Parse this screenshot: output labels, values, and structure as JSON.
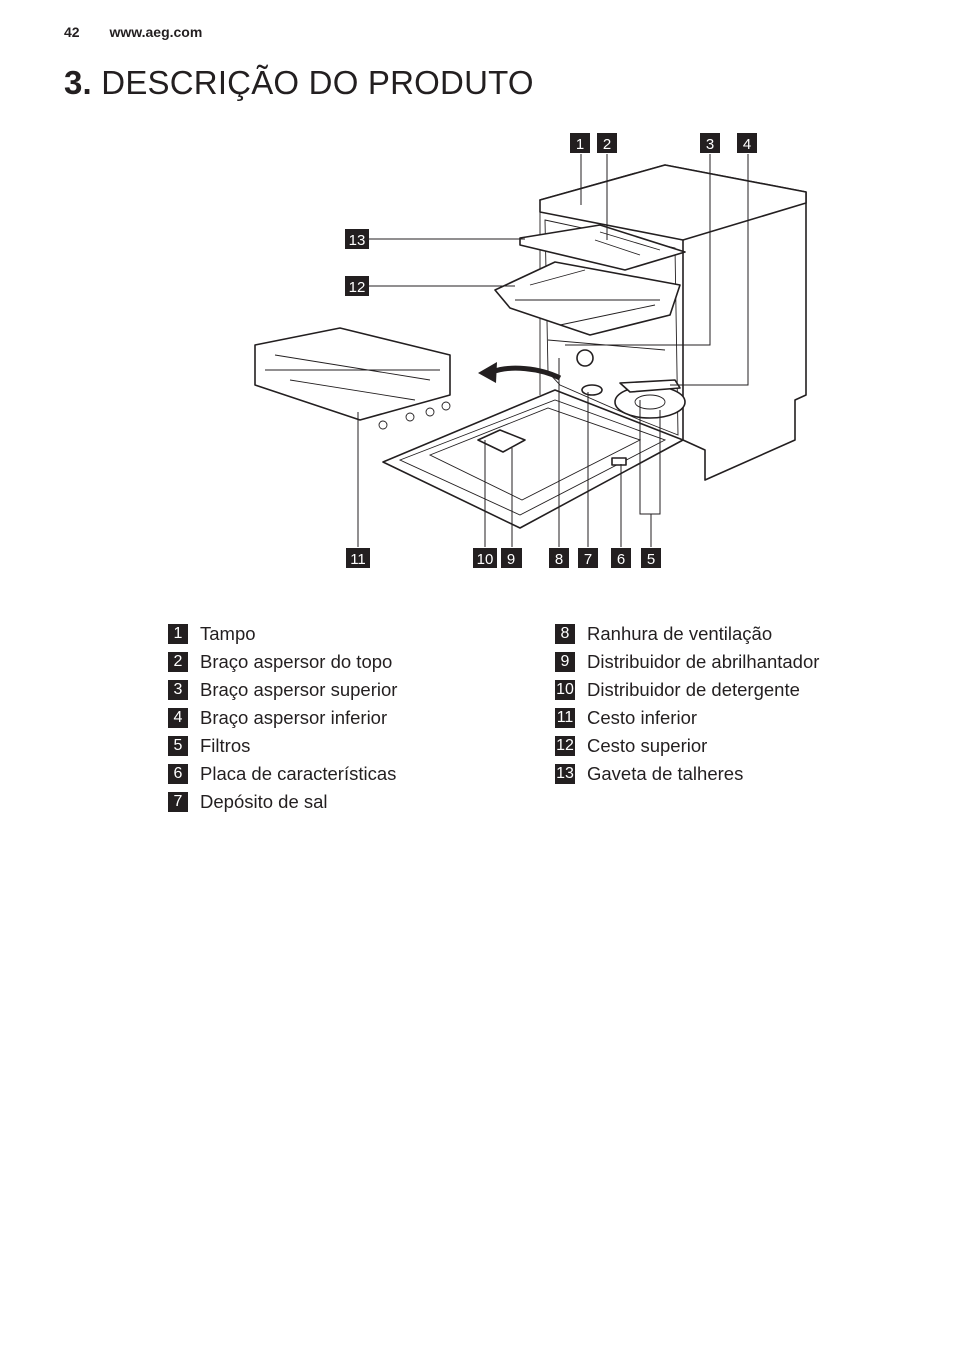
{
  "header": {
    "page_number": "42",
    "website": "www.aeg.com"
  },
  "title": {
    "section": "3.",
    "text": "DESCRIÇÃO DO PRODUTO"
  },
  "callouts": {
    "c1": "1",
    "c2": "2",
    "c3": "3",
    "c4": "4",
    "c5": "5",
    "c6": "6",
    "c7": "7",
    "c8": "8",
    "c9": "9",
    "c10": "10",
    "c11": "11",
    "c12": "12",
    "c13": "13"
  },
  "legend_left": [
    {
      "num": "1",
      "label": "Tampo"
    },
    {
      "num": "2",
      "label": "Braço aspersor do topo"
    },
    {
      "num": "3",
      "label": "Braço aspersor superior"
    },
    {
      "num": "4",
      "label": "Braço aspersor inferior"
    },
    {
      "num": "5",
      "label": "Filtros"
    },
    {
      "num": "6",
      "label": "Placa de características"
    },
    {
      "num": "7",
      "label": "Depósito de sal"
    }
  ],
  "legend_right": [
    {
      "num": "8",
      "label": "Ranhura de ventilação"
    },
    {
      "num": "9",
      "label": "Distribuidor de abrilhantador"
    },
    {
      "num": "10",
      "label": "Distribuidor de detergente"
    },
    {
      "num": "11",
      "label": "Cesto inferior"
    },
    {
      "num": "12",
      "label": "Cesto superior"
    },
    {
      "num": "13",
      "label": "Gaveta de talheres"
    }
  ]
}
